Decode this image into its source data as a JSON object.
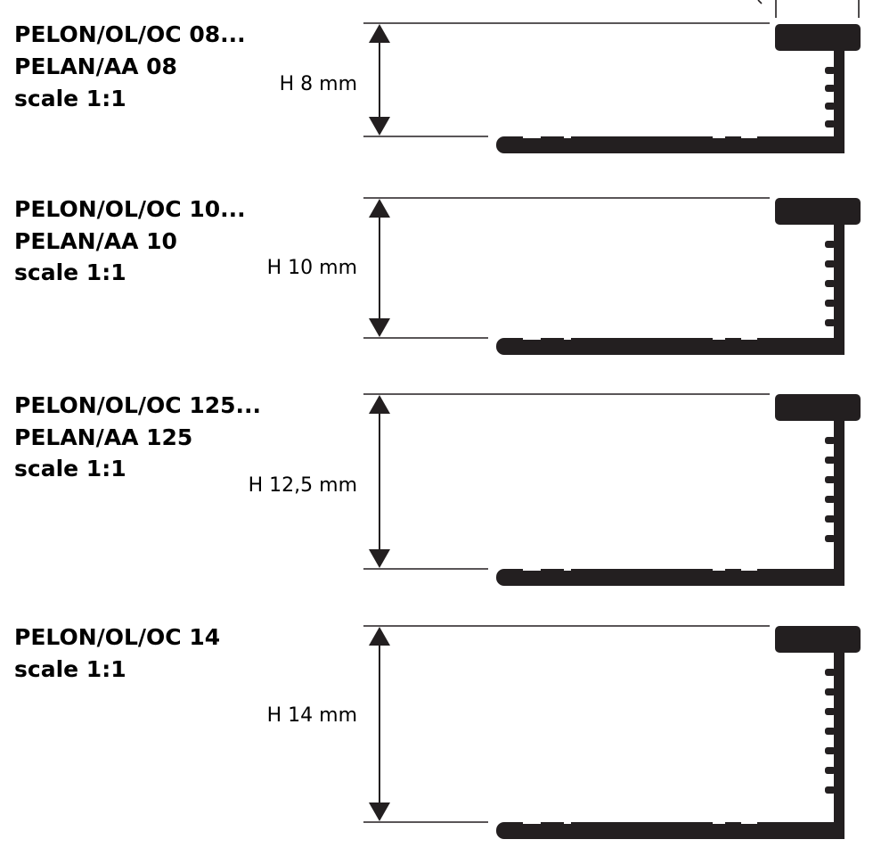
{
  "profiles": [
    {
      "lines": [
        "PELON/OL/OC 08...",
        "PELAN/AA 08",
        "scale 1:1"
      ],
      "height_label": "H 8 mm",
      "height_mm": 8
    },
    {
      "lines": [
        "PELON/OL/OC 10...",
        "PELAN/AA 10",
        "scale 1:1"
      ],
      "height_label": "H 10 mm",
      "height_mm": 10
    },
    {
      "lines": [
        "PELON/OL/OC 125...",
        "PELAN/AA 125",
        "scale 1:1"
      ],
      "height_label": "H 12,5 mm",
      "height_mm": 12.5
    },
    {
      "lines": [
        "PELON/OL/OC 14",
        "scale 1:1"
      ],
      "height_label": "H 14 mm",
      "height_mm": 14
    }
  ],
  "colors": {
    "ink": "#231f20",
    "background": "#ffffff"
  }
}
